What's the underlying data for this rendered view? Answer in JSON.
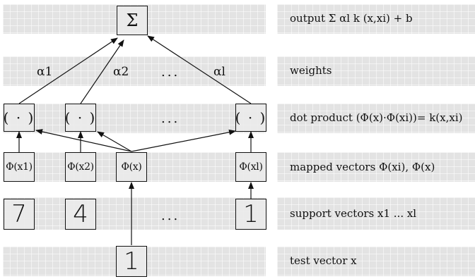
{
  "row_labels": {
    "output": "output  Σ αl k (x,xi) + b",
    "weights": "weights",
    "dot_product": "dot product (Φ(x)·Φ(xi))= k(x,xi)",
    "mapped_vectors": "mapped vectors Φ(xi), Φ(x)",
    "support_vectors": "support vectors x1 ... xl",
    "test_vector": "test vector x"
  },
  "output_node": {
    "symbol": "Σ"
  },
  "weights": {
    "alpha_1": "α1",
    "alpha_2": "α2",
    "alpha_l": "αl"
  },
  "ellipsis": "...",
  "dot_nodes": {
    "symbol": "( · )"
  },
  "mapped_nodes": {
    "phi_x1": "Φ(x1)",
    "phi_x2": "Φ(x2)",
    "phi_x": "Φ(x)",
    "phi_xl": "Φ(xl)"
  },
  "support_digits": [
    "7",
    "4",
    "1"
  ],
  "test_digit": "1",
  "colors": {
    "band": "#e3e3e3",
    "stroke": "#111111"
  }
}
